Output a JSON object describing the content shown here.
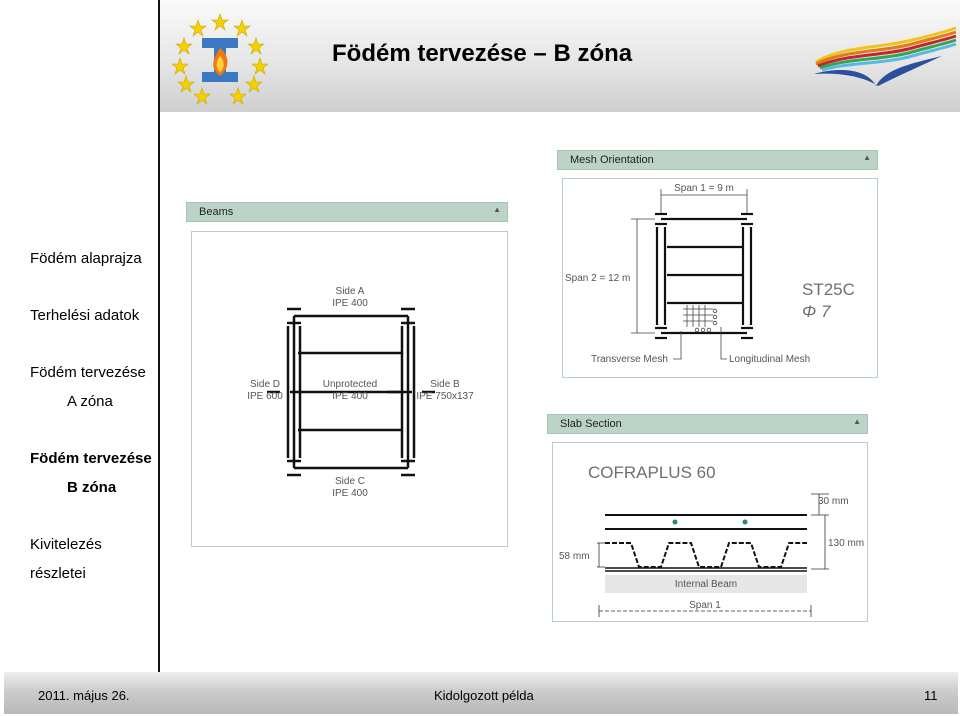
{
  "header": {
    "title": "Födém tervezése – B zóna"
  },
  "nav": {
    "items": [
      {
        "label": "Födém alaprajza"
      },
      {
        "label": "Terhelési adatok"
      },
      {
        "label": "Födém tervezése",
        "sub": "A zóna"
      },
      {
        "label": "Födém tervezése",
        "sub": "B zóna",
        "active": true
      },
      {
        "label": "Kivitelezés",
        "sub": "részletei"
      }
    ]
  },
  "beams_panel": {
    "title": "Beams",
    "side_a": "Side A",
    "side_a_profile": "IPE 400",
    "side_b": "Side B",
    "side_b_profile": "IPE 750x137",
    "side_c": "Side C",
    "side_c_profile": "IPE 400",
    "side_d": "Side D",
    "side_d_profile": "IPE 600",
    "unprotected": "Unprotected",
    "unprotected_profile": "IPE 400"
  },
  "mesh_panel": {
    "title": "Mesh Orientation",
    "span1": "Span 1 = 9 m",
    "span2": "Span 2 = 12 m",
    "transverse": "Transverse Mesh",
    "longitudinal": "Longitudinal Mesh",
    "mesh_type": "ST25C",
    "mesh_dia": "Φ 7"
  },
  "slab_panel": {
    "title": "Slab Section",
    "deck": "COFRAPLUS 60",
    "dim_30": "30 mm",
    "dim_130": "130 mm",
    "dim_58": "58 mm",
    "internal_beam": "Internal Beam",
    "span": "Span 1"
  },
  "footer": {
    "date": "2011. május 26.",
    "caption": "Kidolgozott példa",
    "page": "11"
  },
  "colors": {
    "panel_header": "#bcd4c8",
    "mesh_dot": "#2e8b57",
    "flag_blue": "#2b4f9a",
    "stars": "#f5d000"
  }
}
